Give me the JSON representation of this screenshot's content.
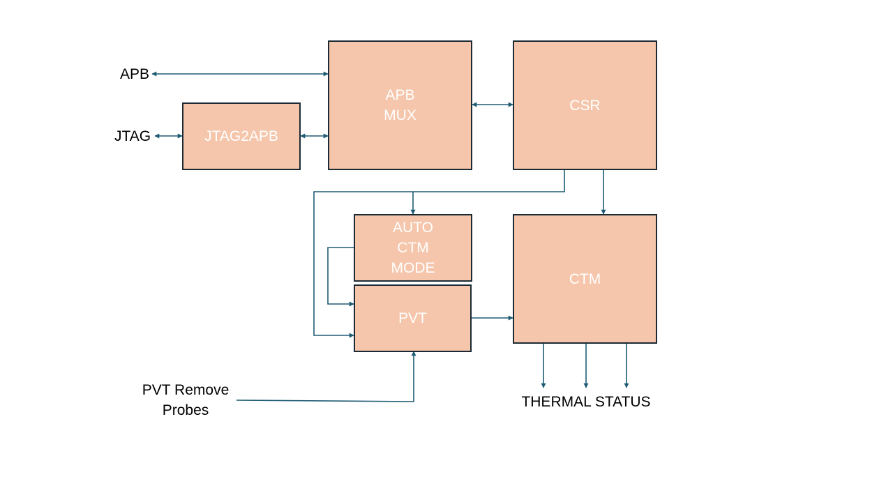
{
  "colors": {
    "block_fill": "#f5c6ab",
    "block_border": "#1b2a34",
    "block_text": "#ffffff",
    "connector": "#1f5b73",
    "external_text": "#000000"
  },
  "blocks": {
    "apb_mux": "APB\nMUX",
    "csr": "CSR",
    "jtag2apb": "JTAG2APB",
    "auto_ctm_mode": "AUTO\nCTM\nMODE",
    "pvt": "PVT",
    "ctm": "CTM"
  },
  "external_labels": {
    "apb": "APB",
    "jtag": "JTAG",
    "pvt_remove_probes": "PVT Remove\nProbes",
    "thermal_status": "THERMAL STATUS"
  }
}
